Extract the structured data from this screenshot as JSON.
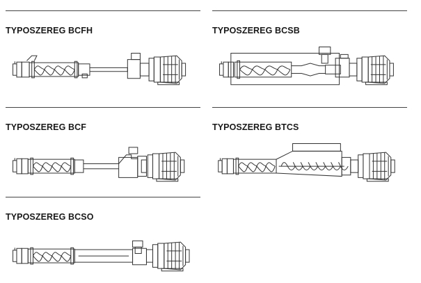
{
  "series": [
    {
      "id": "bcfh",
      "title": "TYPOSZEREG BCFH",
      "variant": "bcfh"
    },
    {
      "id": "bcsb",
      "title": "TYPOSZEREG BCSB",
      "variant": "bcsb"
    },
    {
      "id": "bcf",
      "title": "TYPOSZEREG BCF",
      "variant": "bcf"
    },
    {
      "id": "btcs",
      "title": "TYPOSZEREG BTCS",
      "variant": "btcs"
    },
    {
      "id": "bcso",
      "title": "TYPOSZEREG BCSO",
      "variant": "bcso"
    }
  ],
  "colors": {
    "line": "#333333",
    "rule": "#444444",
    "text": "#1a1a1a"
  }
}
